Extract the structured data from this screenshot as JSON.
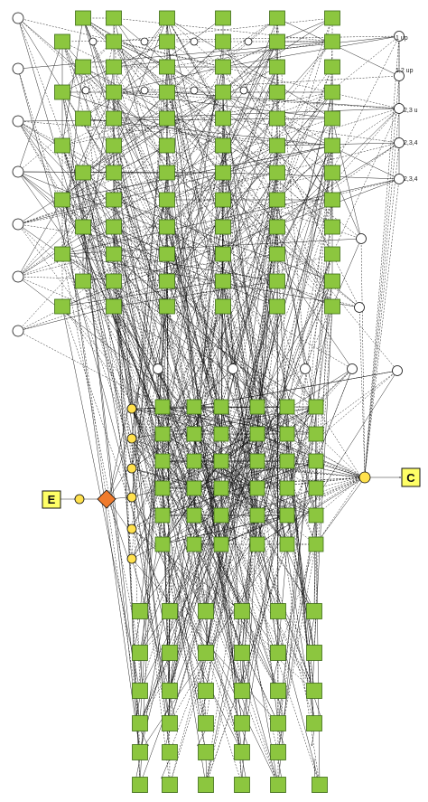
{
  "diagram": {
    "start_label": "E",
    "end_label": "C",
    "right_labels": [
      "1 up",
      "1,2 up",
      "2,3 u",
      "2,3,4",
      "2,3,4"
    ],
    "colors": {
      "task_fill": "#8cc63f",
      "task_stroke": "#3d6b17",
      "event_fill": "#ffff66",
      "gateway_fill": "#f07b2c",
      "token_fill": "#ffe14d",
      "line": "#111111"
    }
  }
}
